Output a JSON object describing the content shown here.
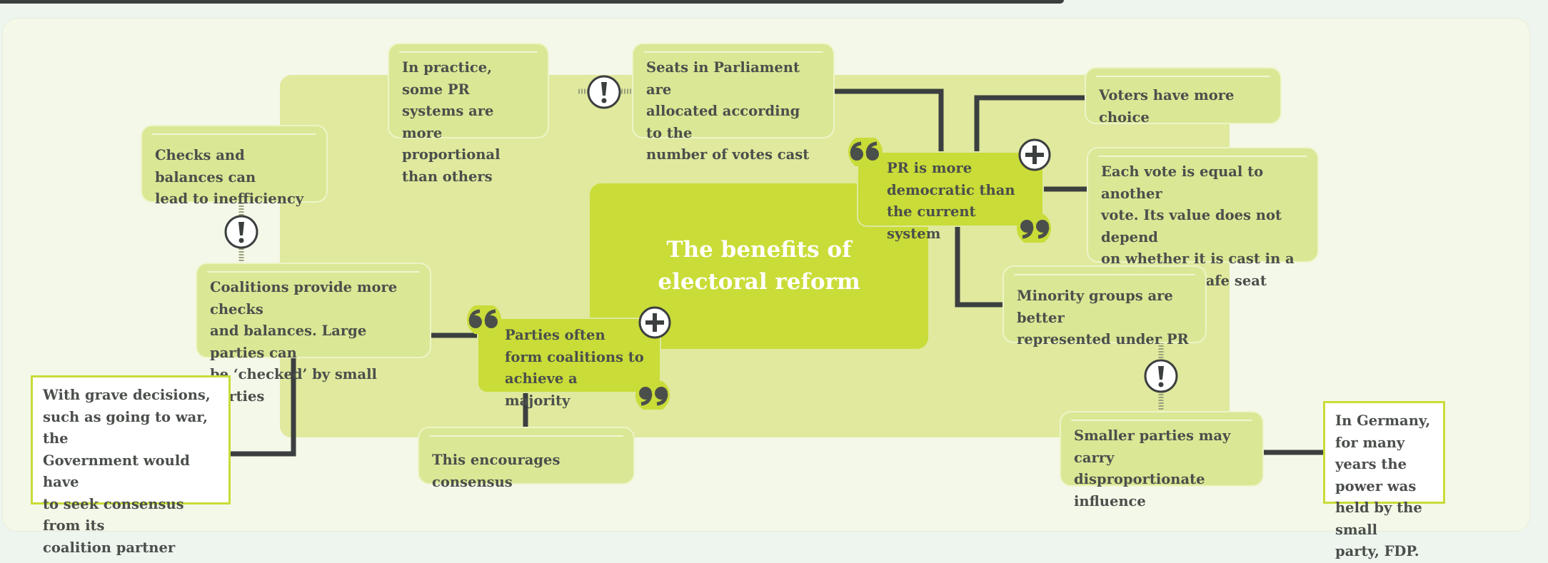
{
  "central_title": "The benefits of\nelectoral reform",
  "pros": [
    {
      "text": "PR is more\ndemocratic than\nthe current system",
      "icon": "plus-icon"
    },
    {
      "text": "Parties often\nform coalitions to\nachieve a majority",
      "icon": "plus-icon"
    }
  ],
  "points": {
    "seats": "Seats in Parliament are\nallocated according to the\nnumber of votes cast",
    "in_practice": "In practice, some PR\nsystems are more\nproportional than others",
    "voters_choice": "Voters have more choice",
    "each_vote": "Each vote is equal to another\nvote. Its value does not depend\non whether it is cast in a\nmarginal or safe seat",
    "minority": "Minority groups are better\nrepresented under PR",
    "smaller_parties": "Smaller parties may carry\ndisproportionate influence",
    "coalitions_checks": "Coalitions provide more checks\nand balances. Large parties can\nbe ‘checked’ by small parties",
    "checks_inefficiency": "Checks and balances can\nlead to inefficiency",
    "consensus": "This encourages consensus"
  },
  "examples": {
    "grave_decisions": "With grave decisions,\nsuch as going to war, the\nGovernment would have\nto seek consensus from its\ncoalition partner",
    "germany": "In Germany, for many\nyears the power was\nheld by the small\nparty, FDP."
  },
  "colors": {
    "central": "#c9dc38",
    "inner_panel": "#e0e99d",
    "box": "#dae795",
    "connector": "#3b3f3f",
    "text": "#4b4f4b"
  },
  "icons": [
    "plus-icon",
    "exclamation-icon",
    "open-quote-icon",
    "close-quote-icon"
  ]
}
